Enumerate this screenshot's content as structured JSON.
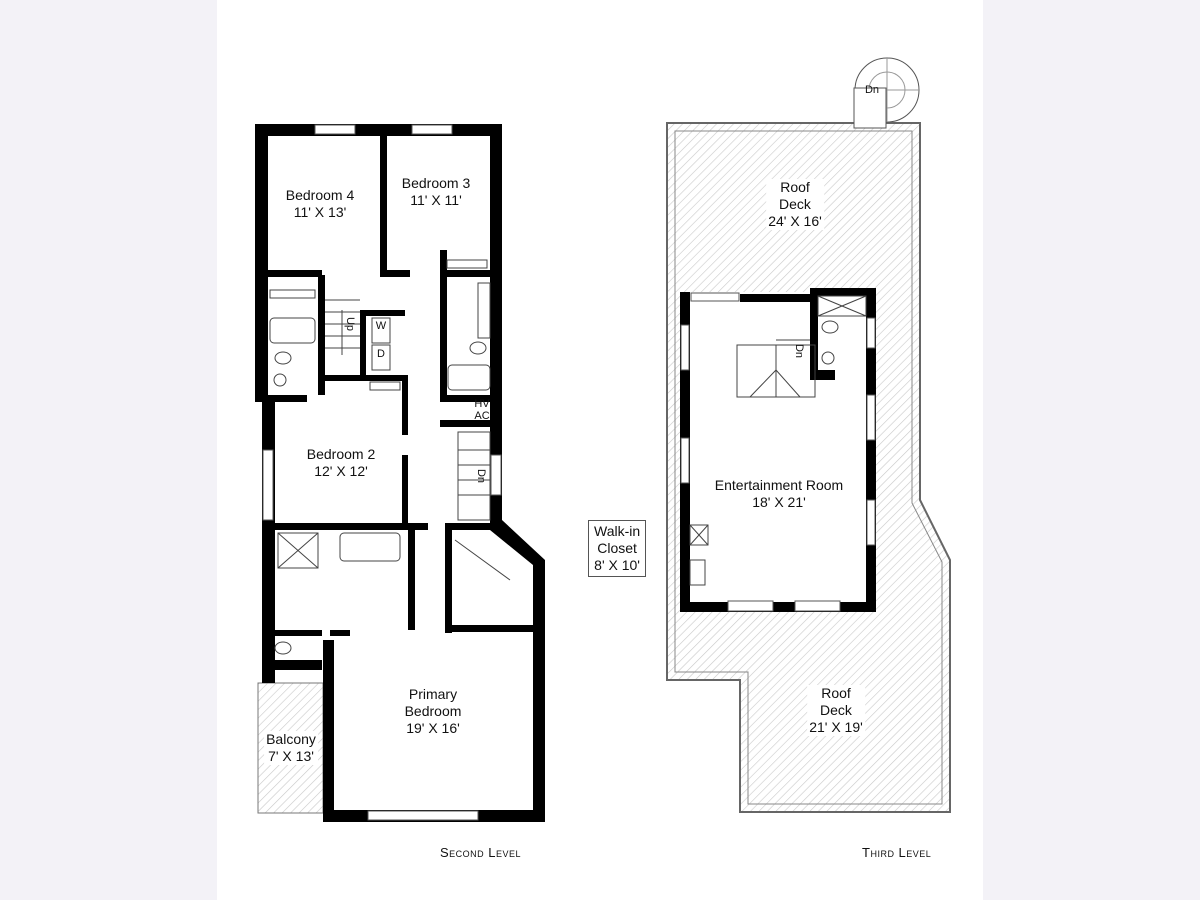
{
  "second_level": {
    "title": "Second Level",
    "rooms": [
      {
        "name": "Bedroom 4",
        "size": "11' X 13'"
      },
      {
        "name": "Bedroom 3",
        "size": "11' X 11'"
      },
      {
        "name": "Bedroom 2",
        "size": "12' X 12'"
      },
      {
        "name": "Walk-in Closet",
        "name_line1": "Walk-in",
        "name_line2": "Closet",
        "size": "8' X 10'"
      },
      {
        "name": "Primary Bedroom",
        "name_line1": "Primary",
        "name_line2": "Bedroom",
        "size": "19' X 16'"
      },
      {
        "name": "Balcony",
        "size": "7' X 13'"
      }
    ],
    "marks": {
      "stairs_up": "Up",
      "stairs_down": "Dn",
      "dryer": "D",
      "washer": "W",
      "hvac_line1": "HV",
      "hvac_line2": "AC"
    }
  },
  "third_level": {
    "title": "Third Level",
    "rooms": [
      {
        "name": "Roof Deck",
        "name_line1": "Roof",
        "name_line2": "Deck",
        "size": "24' X 16'"
      },
      {
        "name": "Entertainment Room",
        "size": "18' X 21'"
      },
      {
        "name": "Roof Deck",
        "name_line1": "Roof",
        "name_line2": "Deck",
        "size": "21' X 19'"
      }
    ],
    "marks": {
      "stairs_down": "Dn",
      "spiral_down": "Dn"
    }
  }
}
